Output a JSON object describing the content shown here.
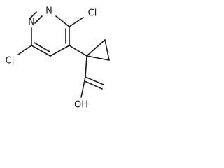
{
  "molecule": {
    "atoms": {
      "n_top": "N",
      "n_left": "N",
      "cl_top": "Cl",
      "cl_left": "Cl",
      "oh": "OH"
    }
  }
}
